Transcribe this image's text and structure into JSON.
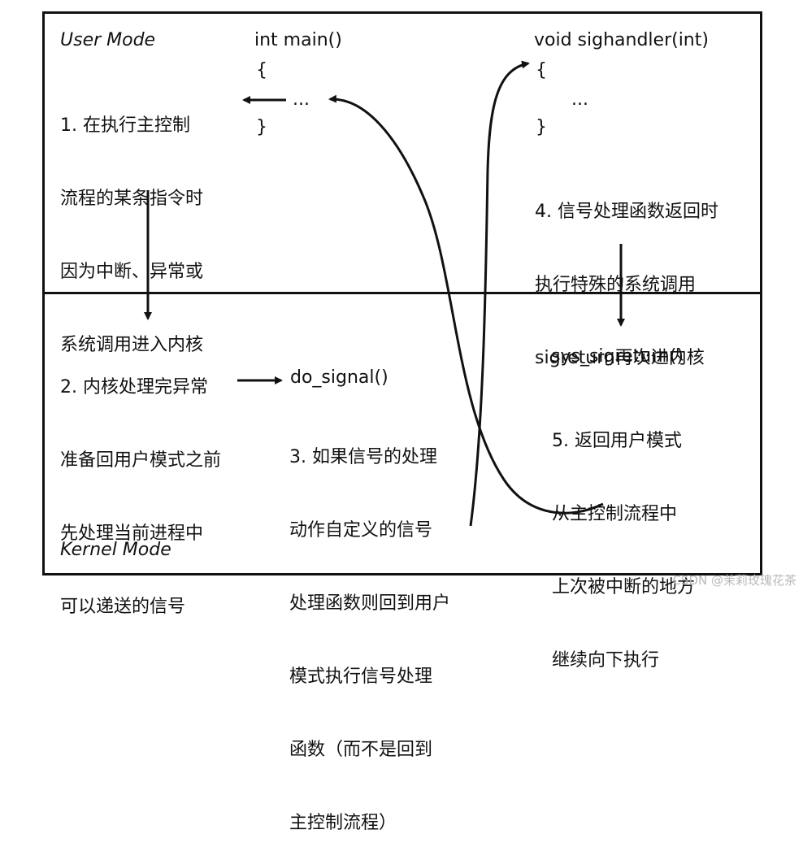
{
  "user_mode": {
    "label": "User Mode",
    "main_func": "int main()",
    "main_open": "{",
    "main_body": "...",
    "main_close": "}",
    "handler_func": "void sighandler(int)",
    "handler_open": "{",
    "handler_body": "...",
    "handler_close": "}",
    "step1": [
      "1. 在执行主控制",
      "流程的某条指令时",
      "因为中断、异常或",
      "系统调用进入内核"
    ],
    "step4": [
      "4. 信号处理函数返回时",
      "执行特殊的系统调用",
      "sigreturn再次进内核"
    ]
  },
  "kernel_mode": {
    "label": "Kernel Mode",
    "do_signal": "do_signal()",
    "sys_sigreturn": "sys_sigreturn()",
    "step2": [
      "2. 内核处理完异常",
      "准备回用户模式之前",
      "先处理当前进程中",
      "可以递送的信号"
    ],
    "step3": [
      "3. 如果信号的处理",
      "动作自定义的信号",
      "处理函数则回到用户",
      "模式执行信号处理",
      "函数（而不是回到",
      "主控制流程）"
    ],
    "step5": [
      "5. 返回用户模式",
      "从主控制流程中",
      "上次被中断的地方",
      "继续向下执行"
    ]
  },
  "watermark": "CSDN @茉莉玫瑰花茶"
}
